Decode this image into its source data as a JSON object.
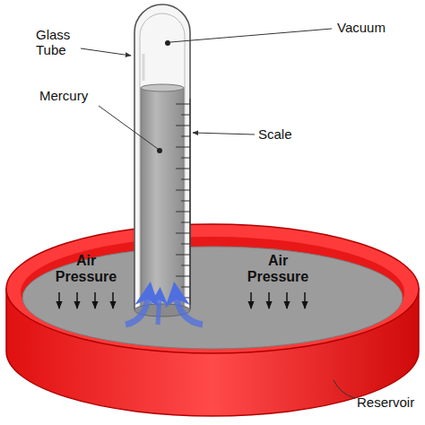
{
  "diagram": {
    "labels": [
      "Glass Tube",
      "Vacuum",
      "Mercury",
      "Scale",
      "Air Pressure",
      "Air Pressure",
      "Reservoir"
    ]
  }
}
